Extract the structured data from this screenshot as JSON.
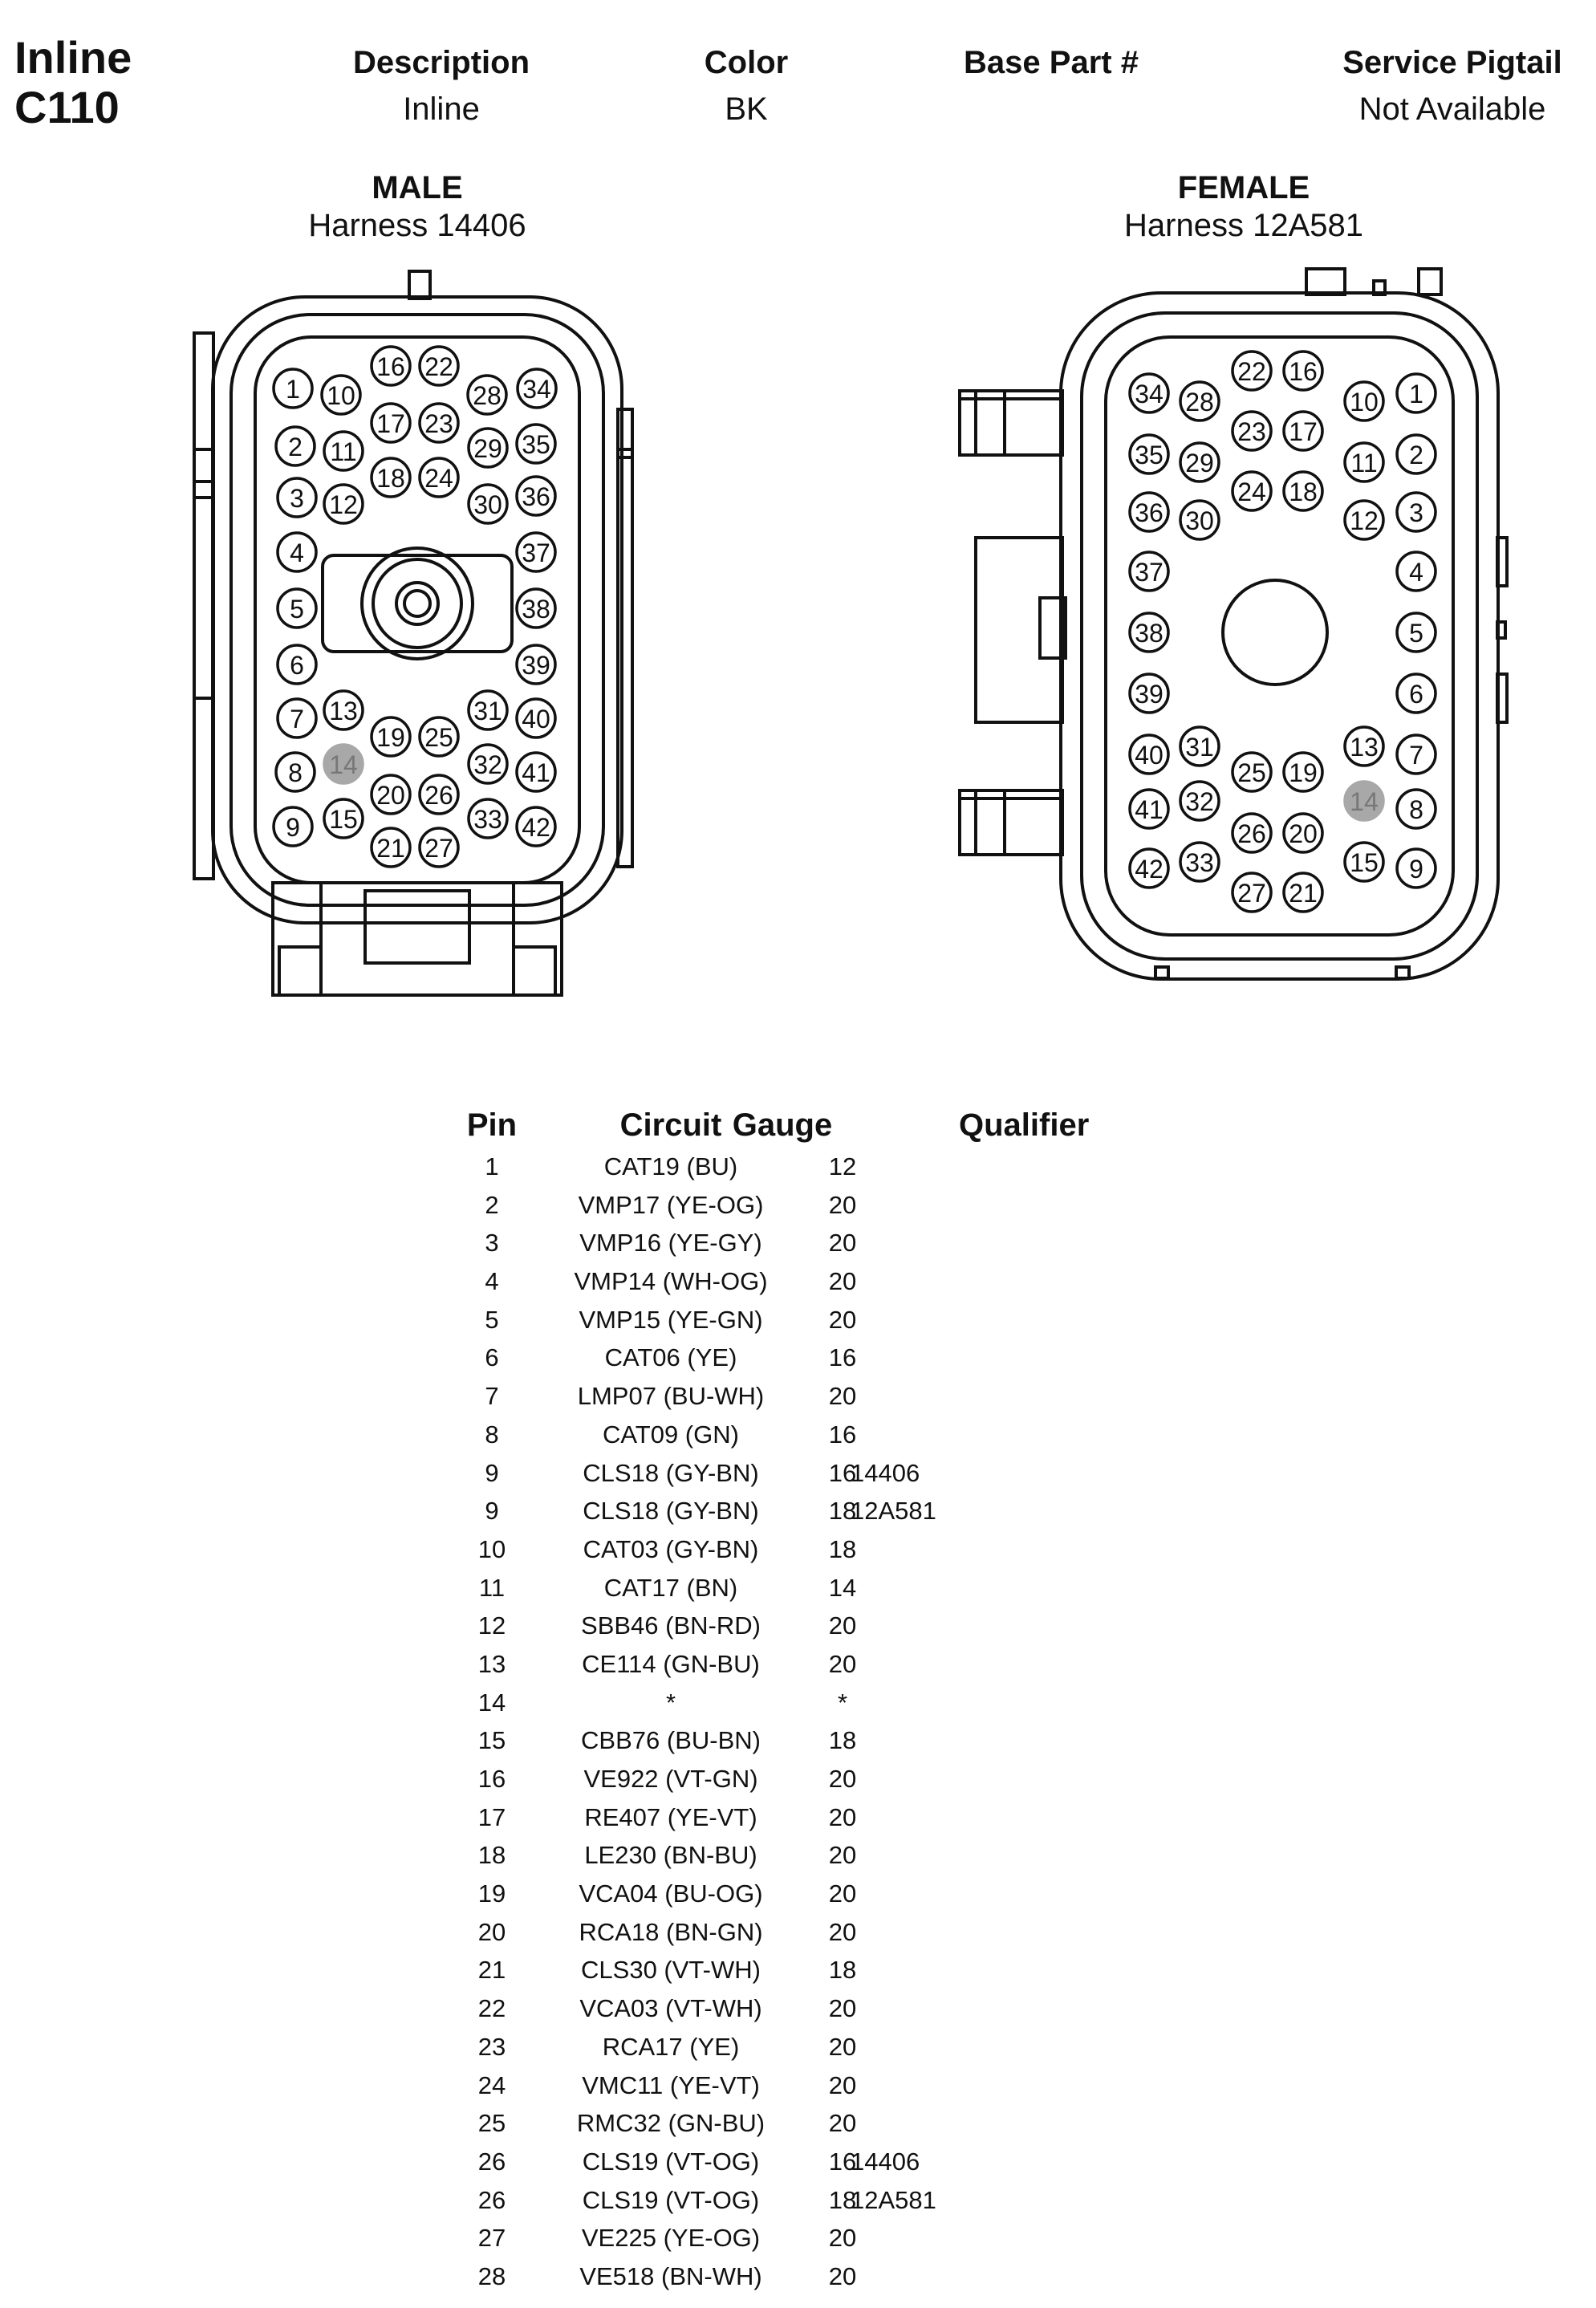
{
  "connector": {
    "line1": "Inline",
    "line2": "C110"
  },
  "header": {
    "description_label": "Description",
    "description_value": "Inline",
    "color_label": "Color",
    "color_value": "BK",
    "base_part_label": "Base Part #",
    "base_part_value": "",
    "service_pigtail_label": "Service Pigtail",
    "service_pigtail_value": "Not Available"
  },
  "male": {
    "title": "MALE",
    "harness": "Harness  14406"
  },
  "female": {
    "title": "FEMALE",
    "harness": "Harness  12A581"
  },
  "blank_pin": "14",
  "table": {
    "headers": {
      "pin": "Pin",
      "circuit": "Circuit",
      "gauge": "Gauge",
      "qualifier": "Qualifier"
    },
    "rows": [
      {
        "pin": "1",
        "circuit": "CAT19 (BU)",
        "gauge": "12",
        "qualifier": ""
      },
      {
        "pin": "2",
        "circuit": "VMP17 (YE-OG)",
        "gauge": "20",
        "qualifier": ""
      },
      {
        "pin": "3",
        "circuit": "VMP16 (YE-GY)",
        "gauge": "20",
        "qualifier": ""
      },
      {
        "pin": "4",
        "circuit": "VMP14 (WH-OG)",
        "gauge": "20",
        "qualifier": ""
      },
      {
        "pin": "5",
        "circuit": "VMP15 (YE-GN)",
        "gauge": "20",
        "qualifier": ""
      },
      {
        "pin": "6",
        "circuit": "CAT06 (YE)",
        "gauge": "16",
        "qualifier": ""
      },
      {
        "pin": "7",
        "circuit": "LMP07 (BU-WH)",
        "gauge": "20",
        "qualifier": ""
      },
      {
        "pin": "8",
        "circuit": "CAT09 (GN)",
        "gauge": "16",
        "qualifier": ""
      },
      {
        "pin": "9",
        "circuit": "CLS18 (GY-BN)",
        "gauge": "16",
        "qualifier": "14406"
      },
      {
        "pin": "9",
        "circuit": "CLS18 (GY-BN)",
        "gauge": "18",
        "qualifier": "12A581"
      },
      {
        "pin": "10",
        "circuit": "CAT03 (GY-BN)",
        "gauge": "18",
        "qualifier": ""
      },
      {
        "pin": "11",
        "circuit": "CAT17 (BN)",
        "gauge": "14",
        "qualifier": ""
      },
      {
        "pin": "12",
        "circuit": "SBB46 (BN-RD)",
        "gauge": "20",
        "qualifier": ""
      },
      {
        "pin": "13",
        "circuit": "CE114 (GN-BU)",
        "gauge": "20",
        "qualifier": ""
      },
      {
        "pin": "14",
        "circuit": "*",
        "gauge": "*",
        "qualifier": ""
      },
      {
        "pin": "15",
        "circuit": "CBB76 (BU-BN)",
        "gauge": "18",
        "qualifier": ""
      },
      {
        "pin": "16",
        "circuit": "VE922 (VT-GN)",
        "gauge": "20",
        "qualifier": ""
      },
      {
        "pin": "17",
        "circuit": "RE407 (YE-VT)",
        "gauge": "20",
        "qualifier": ""
      },
      {
        "pin": "18",
        "circuit": "LE230 (BN-BU)",
        "gauge": "20",
        "qualifier": ""
      },
      {
        "pin": "19",
        "circuit": "VCA04 (BU-OG)",
        "gauge": "20",
        "qualifier": ""
      },
      {
        "pin": "20",
        "circuit": "RCA18 (BN-GN)",
        "gauge": "20",
        "qualifier": ""
      },
      {
        "pin": "21",
        "circuit": "CLS30 (VT-WH)",
        "gauge": "18",
        "qualifier": ""
      },
      {
        "pin": "22",
        "circuit": "VCA03 (VT-WH)",
        "gauge": "20",
        "qualifier": ""
      },
      {
        "pin": "23",
        "circuit": "RCA17 (YE)",
        "gauge": "20",
        "qualifier": ""
      },
      {
        "pin": "24",
        "circuit": "VMC11 (YE-VT)",
        "gauge": "20",
        "qualifier": ""
      },
      {
        "pin": "25",
        "circuit": "RMC32 (GN-BU)",
        "gauge": "20",
        "qualifier": ""
      },
      {
        "pin": "26",
        "circuit": "CLS19 (VT-OG)",
        "gauge": "16",
        "qualifier": "14406"
      },
      {
        "pin": "26",
        "circuit": "CLS19 (VT-OG)",
        "gauge": "18",
        "qualifier": "12A581"
      },
      {
        "pin": "27",
        "circuit": "VE225 (YE-OG)",
        "gauge": "20",
        "qualifier": ""
      },
      {
        "pin": "28",
        "circuit": "VE518 (BN-WH)",
        "gauge": "20",
        "qualifier": ""
      }
    ]
  }
}
